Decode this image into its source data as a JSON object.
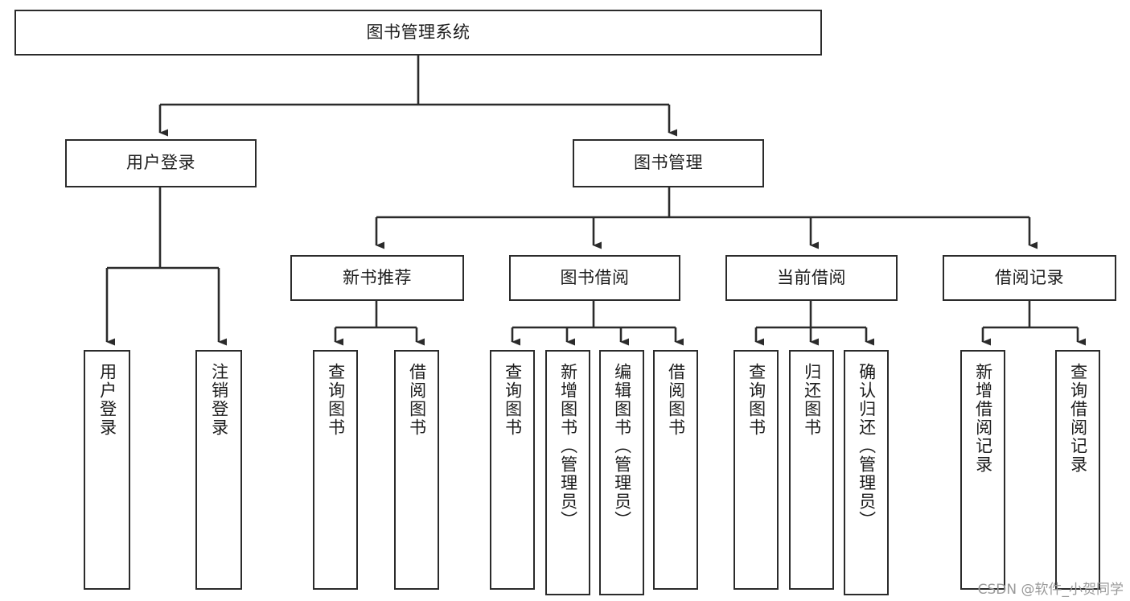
{
  "diagram": {
    "title": "图书管理系统",
    "type": "tree-hierarchy",
    "orientation": "top-down",
    "colors": {
      "box_border": "#2b2b2b",
      "box_fill": "#ffffff",
      "connector": "#2b2b2b",
      "text": "#1c1c1c",
      "watermark": "#9a9a9a",
      "background": "#ffffff"
    }
  },
  "root": {
    "label": "图书管理系统"
  },
  "level2": {
    "user_login": {
      "label": "用户登录"
    },
    "book_manage": {
      "label": "图书管理"
    }
  },
  "level3": {
    "new_book_rec": {
      "label": "新书推荐"
    },
    "book_borrow": {
      "label": "图书借阅"
    },
    "current_borrow": {
      "label": "当前借阅"
    },
    "borrow_record": {
      "label": "借阅记录"
    }
  },
  "leaves": {
    "user_login": [
      {
        "label": "用户登录"
      },
      {
        "label": "注销登录"
      }
    ],
    "new_book_rec": [
      {
        "label": "查询图书"
      },
      {
        "label": "借阅图书"
      }
    ],
    "book_borrow": [
      {
        "label": "查询图书"
      },
      {
        "label": "新增图书（管理员）"
      },
      {
        "label": "编辑图书（管理员）"
      },
      {
        "label": "借阅图书"
      }
    ],
    "current_borrow": [
      {
        "label": "查询图书"
      },
      {
        "label": "归还图书"
      },
      {
        "label": "确认归还（管理员）"
      }
    ],
    "borrow_record": [
      {
        "label": "新增借阅记录"
      },
      {
        "label": "查询借阅记录"
      }
    ]
  },
  "watermark": {
    "text": "CSDN @软件_小贺同学"
  }
}
